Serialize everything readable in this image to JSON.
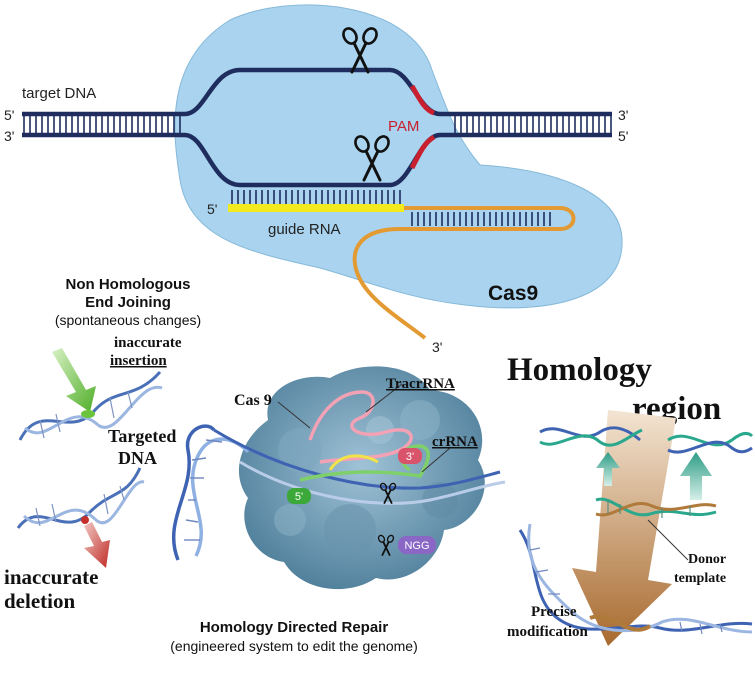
{
  "top_panel": {
    "target_dna_label": "target DNA",
    "left_top_end": "5'",
    "left_bottom_end": "3'",
    "right_top_end": "3'",
    "right_bottom_end": "5'",
    "pam_label": "PAM",
    "guide_rna_label": "guide RNA",
    "guide_5_end": "5'",
    "tail_3_end": "3'",
    "cas9_label": "Cas9"
  },
  "nhej": {
    "title_line1": "Non Homologous",
    "title_line2": "End Joining",
    "subtitle": "(spontaneous changes)",
    "insertion_line1": "inaccurate",
    "insertion_line2": "insertion",
    "deletion_line1": "inaccurate",
    "deletion_line2": "deletion"
  },
  "hdr": {
    "cas9_label": "Cas 9",
    "tracr_label": "TracrRNA",
    "crrna_label": "crRNA",
    "targeted_line1": "Targeted",
    "targeted_line2": "DNA",
    "end_3": "3'",
    "end_5": "5'",
    "ngg_label": "NGG",
    "title": "Homology Directed Repair",
    "subtitle": "(engineered system to edit the genome)"
  },
  "homology": {
    "title_line1": "Homology",
    "title_line2": "region",
    "donor_line1": "Donor",
    "donor_line2": "template",
    "precise_line1": "Precise",
    "precise_line2": "modification"
  },
  "colors": {
    "cas9_blob": "#a9d3ee",
    "dna_strand": "#1f2d5e",
    "pam": "#c8202f",
    "guide_rna": "#f2ea1d",
    "tracr_tail": "#e39a32",
    "insertion_arrow": "#6cc43c",
    "deletion_arrow": "#c5302b",
    "homology_arrow": "#b8783a",
    "donor_strand": "#2aa88d"
  },
  "icons": {
    "scissors": "scissors-icon"
  }
}
